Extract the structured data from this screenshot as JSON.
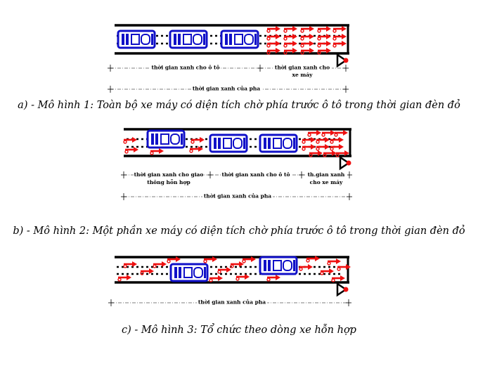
{
  "colors": {
    "car": "#1010c8",
    "motorbike": "#ee1010",
    "road": "#000000",
    "signal": "#ee1010"
  },
  "model1": {
    "caption": "a) - Mô hình 1: Toàn bộ xe máy có diện tích chờ phía trước ô tô trong thời gian đèn đỏ",
    "label_car_green": "thời gian xanh cho ô tô",
    "label_moto_green_1": "thời gian xanh cho",
    "label_moto_green_2": "xe máy",
    "label_phase_green": "thời gian xanh của pha"
  },
  "model2": {
    "caption": "b) - Mô hình 2: Một phần xe máy có diện tích chờ phía trước ô tô trong thời gian đèn đỏ",
    "label_mixed_green_1": "thời gian xanh cho giao",
    "label_mixed_green_2": "thông hỗn hợp",
    "label_car_green": "thời gian xanh cho ô tô",
    "label_moto_green_1": "th.gian xanh",
    "label_moto_green_2": "cho xe máy",
    "label_phase_green": "thời gian xanh của pha"
  },
  "model3": {
    "caption": "c)  - Mô hình 3: Tổ chức theo dòng xe hỗn hợp",
    "label_phase_green": "thời gian xanh của pha"
  }
}
